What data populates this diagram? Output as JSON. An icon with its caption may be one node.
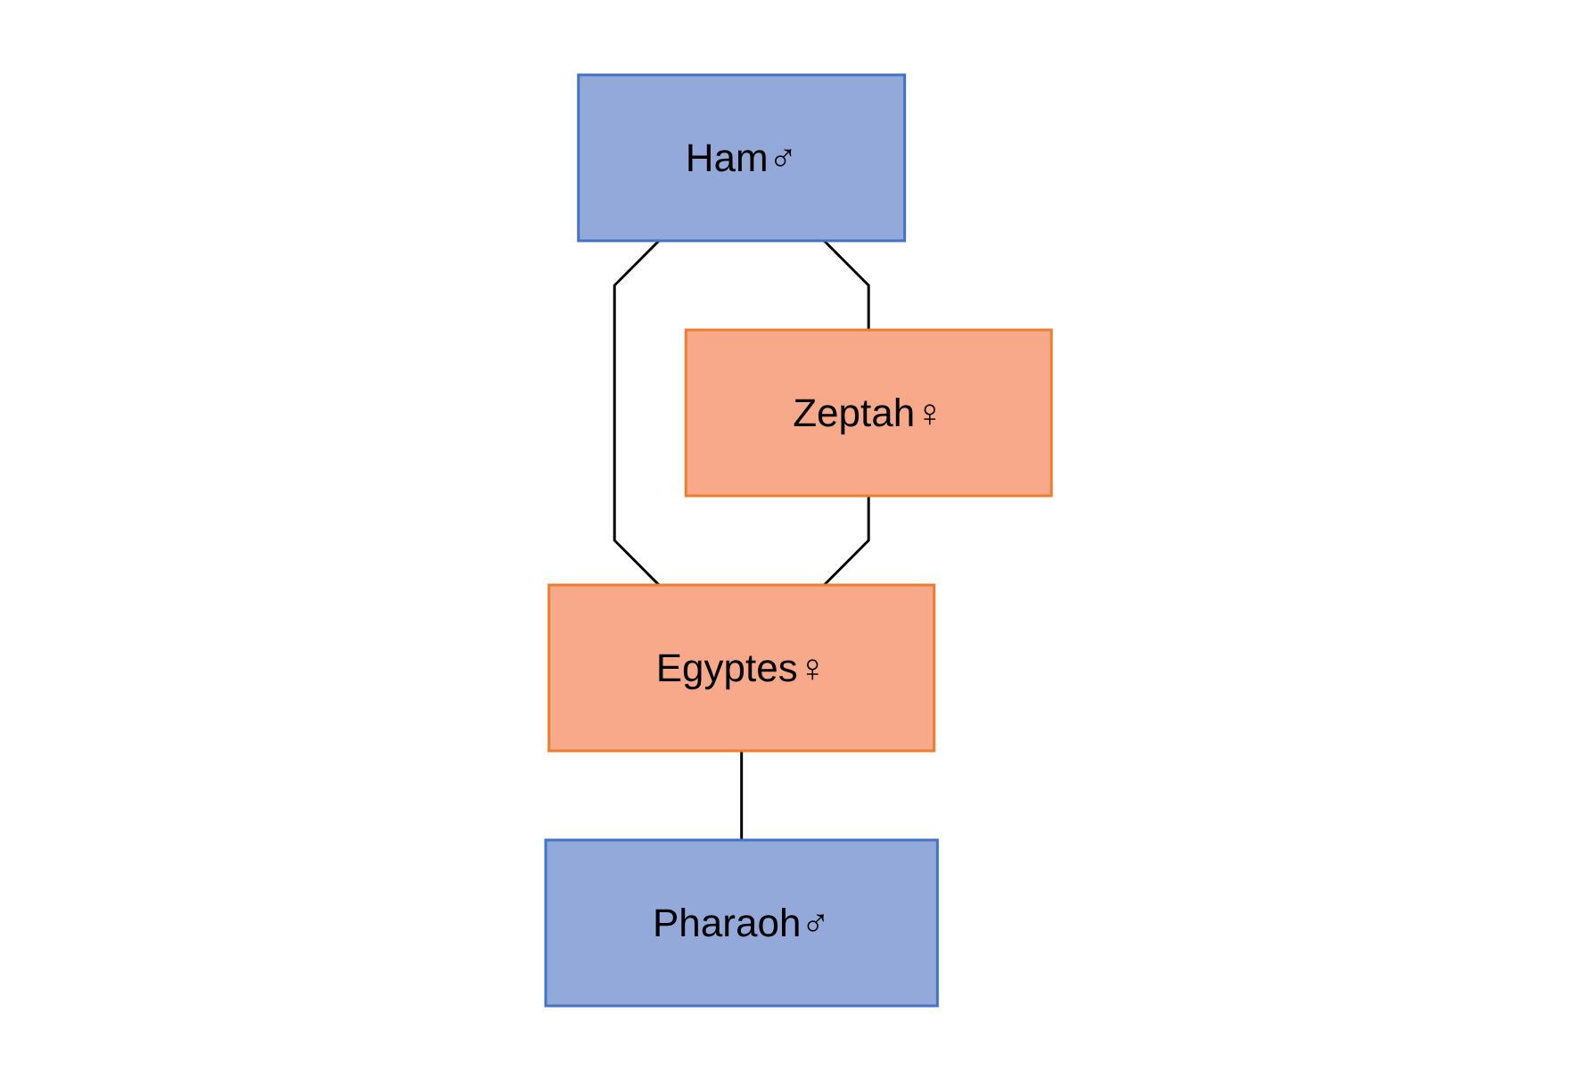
{
  "diagram": {
    "nodes": [
      {
        "text": [
          "Ham♂"
        ]
      },
      {
        "text": [
          "Zeptah♀"
        ]
      },
      {
        "text": [
          "Egyptes♀"
        ]
      },
      {
        "text": [
          "Pharaoh♂"
        ]
      }
    ],
    "edges": [
      {
        "from": 0,
        "to": 1,
        "arrow": "none"
      },
      {
        "from": 0,
        "to": 2,
        "arrow": "none"
      },
      {
        "from": 1,
        "to": 2,
        "arrow": "none"
      },
      {
        "from": 2,
        "to": 3,
        "arrow": "none"
      }
    ]
  }
}
